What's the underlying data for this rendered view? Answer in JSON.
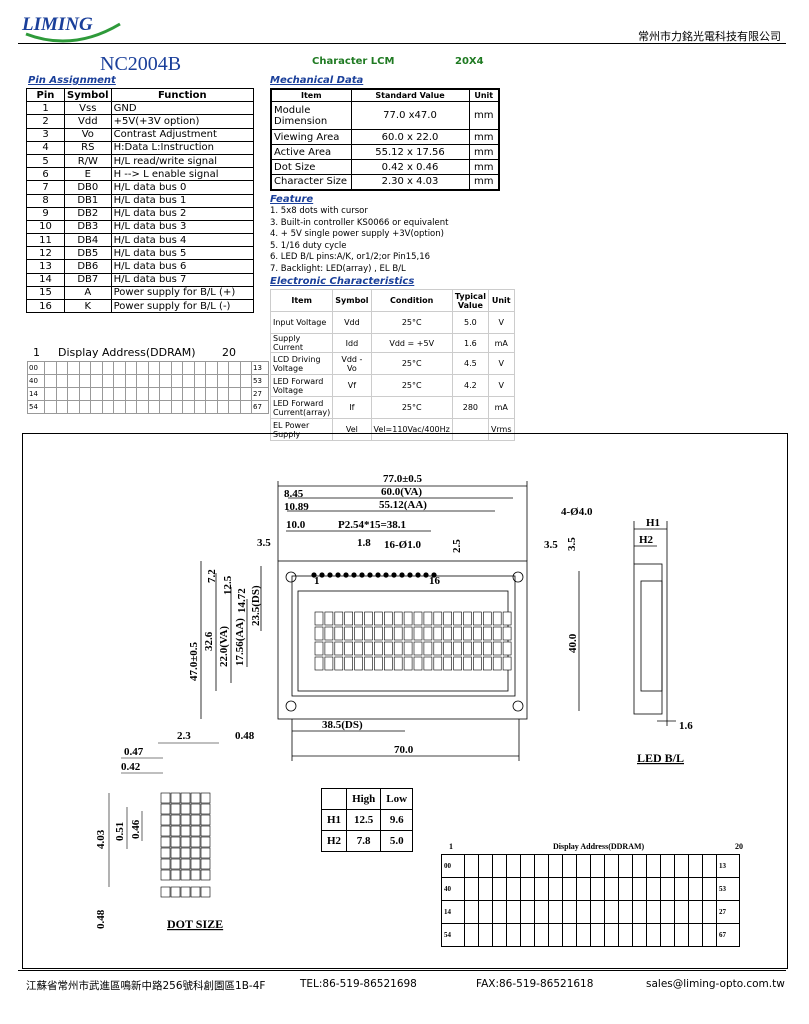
{
  "header": {
    "logo_text": "LIMING",
    "company": "常州市力銘光電科技有限公司",
    "model": "NC2004B",
    "type": "Character LCM",
    "format": "20X4"
  },
  "pin": {
    "title": "Pin Assignment",
    "headers": [
      "Pin",
      "Symbol",
      "Function"
    ],
    "rows": [
      [
        "1",
        "Vss",
        "GND"
      ],
      [
        "2",
        "Vdd",
        "+5V(+3V option)"
      ],
      [
        "3",
        "Vo",
        "Contrast Adjustment"
      ],
      [
        "4",
        "RS",
        "H:Data L:Instruction"
      ],
      [
        "5",
        "R/W",
        "H/L read/write signal"
      ],
      [
        "6",
        "E",
        "H --> L enable signal"
      ],
      [
        "7",
        "DB0",
        "H/L data bus 0"
      ],
      [
        "8",
        "DB1",
        "H/L data bus 1"
      ],
      [
        "9",
        "DB2",
        "H/L data bus 2"
      ],
      [
        "10",
        "DB3",
        "H/L data bus 3"
      ],
      [
        "11",
        "DB4",
        "H/L data bus 4"
      ],
      [
        "12",
        "DB5",
        "H/L data bus 5"
      ],
      [
        "13",
        "DB6",
        "H/L data bus 6"
      ],
      [
        "14",
        "DB7",
        "H/L data bus 7"
      ],
      [
        "15",
        "A",
        "Power supply for B/L (+)"
      ],
      [
        "16",
        "K",
        "Power supply for B/L (-)"
      ]
    ]
  },
  "mech": {
    "title": "Mechanical Data",
    "headers": [
      "Item",
      "Standard Value",
      "Unit"
    ],
    "rows": [
      [
        "Module Dimension",
        "77.0 x47.0",
        "mm"
      ],
      [
        "Viewing Area",
        "60.0 x 22.0",
        "mm"
      ],
      [
        "Active  Area",
        "55.12 x 17.56",
        "mm"
      ],
      [
        "Dot Size",
        "0.42 x 0.46",
        "mm"
      ],
      [
        "Character Size",
        "2.30 x 4.03",
        "mm"
      ]
    ]
  },
  "feature": {
    "title": "Feature",
    "items": [
      "1. 5x8 dots with cursor",
      "3. Built-in controller KS0066 or equivalent",
      "4. + 5V single power supply  +3V(option)",
      "5. 1/16 duty cycle",
      "6. LED B/L pins:A/K, or1/2;or Pin15,16",
      "7. Backlight: LED(array) , EL B/L"
    ]
  },
  "elec": {
    "title": "Electronic Characteristics",
    "headers": [
      "Item",
      "Symbol",
      "Condition",
      "Typical Value",
      "Unit"
    ],
    "rows": [
      [
        "Input Voltage",
        "Vdd",
        "25°C",
        "5.0",
        "V"
      ],
      [
        "Supply Current",
        "Idd",
        "Vdd = +5V",
        "1.6",
        "mA"
      ],
      [
        "LCD Driving Voltage",
        "Vdd - Vo",
        "25°C",
        "4.5",
        "V"
      ],
      [
        "LED Forward Voltage",
        "Vf",
        "25°C",
        "4.2",
        "V"
      ],
      [
        "LED Forward Current(array)",
        "If",
        "25°C",
        "280",
        "mA"
      ],
      [
        "EL Power Supply",
        "Vel",
        "Vel=110Vac/400Hz",
        "",
        "Vrms"
      ]
    ]
  },
  "ddram": {
    "title": "Display Address(DDRAM)",
    "first": "1",
    "last": "20",
    "rows": [
      [
        "00",
        "13"
      ],
      [
        "40",
        "53"
      ],
      [
        "14",
        "27"
      ],
      [
        "54",
        "67"
      ]
    ]
  },
  "drawing": {
    "dims": {
      "w770": "77.0±0.5",
      "va600": "60.0(VA)",
      "aa5512": "55.12(AA)",
      "d845": "8.45",
      "d1089": "10.89",
      "d100": "10.0",
      "pitch": "P2.54*15=38.1",
      "d18": "1.8",
      "pins": "16-Ø1.0",
      "d25": "2.5",
      "d35a": "3.5",
      "d35b": "3.5",
      "d35c": "3.5",
      "holes": "4-Ø4.0",
      "h470": "47.0±0.5",
      "h326": "32.6",
      "h220": "22.0(VA)",
      "h1756": "17.56(AA)",
      "h1472": "14.72",
      "h125": "12.5",
      "h72": "7.2",
      "h235": "23.5(DS)",
      "h400": "40.0",
      "ds385": "38.5(DS)",
      "w700": "70.0",
      "p1": "1",
      "p16": "16"
    },
    "side": {
      "h1": "H1",
      "h2": "H2",
      "d16": "1.6",
      "caption": "LED B/L"
    },
    "dot": {
      "w23": "2.3",
      "w048": "0.48",
      "w047": "0.47",
      "w042": "0.42",
      "h403": "4.03",
      "h051": "0.51",
      "h046": "0.46",
      "h048": "0.48",
      "caption": "DOT SIZE"
    },
    "hl": {
      "headers": [
        "",
        "High",
        "Low"
      ],
      "rows": [
        [
          "H1",
          "12.5",
          "9.6"
        ],
        [
          "H2",
          "7.8",
          "5.0"
        ]
      ]
    },
    "ddram2": {
      "first": "1",
      "title": "Display Address(DDRAM)",
      "last": "20",
      "rows": [
        [
          "00",
          "13"
        ],
        [
          "40",
          "53"
        ],
        [
          "14",
          "27"
        ],
        [
          "54",
          "67"
        ]
      ]
    }
  },
  "footer": {
    "address": "江蘇省常州市武進區鳴新中路256號科創園區1B-4F",
    "tel": "TEL:86-519-86521698",
    "fax": "FAX:86-519-86521618",
    "email": "sales@liming-opto.com.tw"
  },
  "colors": {
    "blue": "#1a3f9a",
    "green": "#1f7a22",
    "logo_green": "#2e9a3a"
  }
}
